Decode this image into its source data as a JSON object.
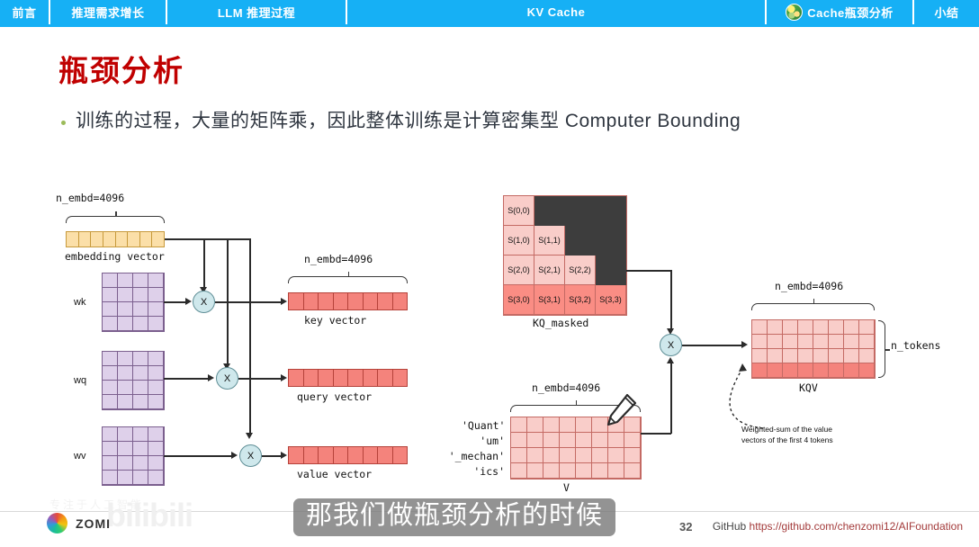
{
  "navbar": {
    "items": [
      {
        "label": "前言"
      },
      {
        "label": "推理需求增长"
      },
      {
        "label": "LLM 推理过程"
      },
      {
        "label": "KV Cache"
      },
      {
        "label": "Cache瓶颈分析"
      },
      {
        "label": "小结"
      }
    ],
    "active_index": 4,
    "background_color": "#16b0f5",
    "text_color": "#ffffff"
  },
  "slide": {
    "title": "瓶颈分析",
    "title_color": "#c00000",
    "bullet": "训练的过程，大量的矩阵乘，因此整体训练是计算密集型 Computer Bounding",
    "bullet_dot_color": "#9bbb59"
  },
  "diagram": {
    "embedding": {
      "brace_label": "n_embd=4096",
      "caption": "embedding vector",
      "cells": 8,
      "color": "#fbdfa8"
    },
    "weights": [
      {
        "label": "wk"
      },
      {
        "label": "wq"
      },
      {
        "label": "wv"
      }
    ],
    "weight_matrix": {
      "rows": 4,
      "cols": 4,
      "color": "#ded0ea"
    },
    "multiply_symbol": "X",
    "outputs": [
      {
        "caption": "key vector",
        "brace_label": "n_embd=4096",
        "cells": 8
      },
      {
        "caption": "query vector",
        "cells": 8
      },
      {
        "caption": "value vector",
        "cells": 8
      }
    ],
    "output_color": "#f4837c",
    "kq_masked": {
      "caption": "KQ_masked",
      "rows": 4,
      "cols": 4,
      "cells": [
        [
          "S(0,0)",
          "",
          "",
          ""
        ],
        [
          "S(1,0)",
          "S(1,1)",
          "",
          ""
        ],
        [
          "S(2,0)",
          "S(2,1)",
          "S(2,2)",
          ""
        ],
        [
          "S(3,0)",
          "S(3,1)",
          "S(3,2)",
          "S(3,3)"
        ]
      ],
      "mask_color": "#3d3d3d",
      "light_color": "#f9cdc9",
      "highlight_color": "#fa8d84"
    },
    "v_matrix": {
      "caption": "V",
      "brace_label": "n_embd=4096",
      "rows": 4,
      "cols": 8,
      "row_labels": [
        "'Quant'",
        "'um'",
        "'_mechan'",
        "'ics'"
      ],
      "color": "#f9cdc9"
    },
    "kqv_matrix": {
      "caption": "KQV",
      "brace_label": "n_embd=4096",
      "side_label": "n_tokens",
      "rows": 4,
      "cols": 8,
      "color": "#f9cdc9",
      "highlight_color": "#f4837c"
    },
    "annotation": {
      "line1": "Weighted-sum of the value",
      "line2": "vectors of the first 4 tokens"
    }
  },
  "footer": {
    "brand": "ZOMI",
    "watermark": "bilibili",
    "watermark_top": "专注于人工智能",
    "page_number": "32",
    "github_prefix": "GitHub ",
    "github_url": "https://github.com/chenzomi12/AIFoundation"
  },
  "subtitle": {
    "text": "那我们做瓶颈分析的时候"
  }
}
